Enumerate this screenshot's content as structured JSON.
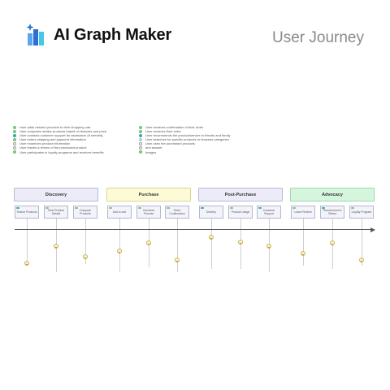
{
  "app": {
    "name": "AI Graph Maker",
    "logo_icon": "bar-chart-sparkle-icon"
  },
  "page": {
    "title": "User Journey"
  },
  "legend": {
    "left": [
      {
        "text": "User adds desired products to their shopping cart",
        "color": "#7cc47a"
      },
      {
        "text": "User compares similar products based on features and price",
        "color": "#7cc47a"
      },
      {
        "text": "User contacts customer support for assistance (if needed)",
        "color": "#3aa7b8"
      },
      {
        "text": "User enters shipping and payment information",
        "color": "#7cc47a"
      },
      {
        "text": "User examines product information",
        "color": "#ffffff"
      },
      {
        "text": "User leaves a review of the purchased product",
        "color": "#ffffff"
      },
      {
        "text": "User participates in loyalty programs and receives benefits",
        "color": "#7cc47a"
      }
    ],
    "right": [
      {
        "text": "User receives confirmation of their order",
        "color": "#7cc47a"
      },
      {
        "text": "User receives their order",
        "color": "#7cc47a"
      },
      {
        "text": "User recommends the product/service to friends and family",
        "color": "#3aa7b8"
      },
      {
        "text": "User searches for specific products or browses categories",
        "color": "#a9cce3"
      },
      {
        "text": "User uses the purchased products",
        "color": "#ffffff"
      },
      {
        "text": "and answer",
        "color": "#ffffff"
      },
      {
        "text": "Images",
        "color": "#7cc47a"
      }
    ]
  },
  "phases": [
    {
      "label": "Discovery",
      "bg": "#ececf9",
      "border": "#b9b9dc"
    },
    {
      "label": "Purchase",
      "bg": "#fcfbd6",
      "border": "#d9d59a"
    },
    {
      "label": "Post-Purchase",
      "bg": "#ececf9",
      "border": "#b9b9dc"
    },
    {
      "label": "Advocacy",
      "bg": "#d6f5dd",
      "border": "#9fd9ad"
    }
  ],
  "steps": [
    {
      "label": "Search Products",
      "tag": "#3aa7b8"
    },
    {
      "label": "View Product Details",
      "tag": "#7cc47a"
    },
    {
      "label": "Compare Products",
      "tag": "#7cc47a"
    },
    {
      "label": "Add to cart",
      "tag": "#7cc47a"
    },
    {
      "label": "Checkout Process",
      "tag": "#7cc47a"
    },
    {
      "label": "Order Confirmation",
      "tag": "#7cc47a"
    },
    {
      "label": "Delivery",
      "tag": "#3aa7b8"
    },
    {
      "label": "Product Usage",
      "tag": "#7cc47a"
    },
    {
      "label": "Customer Support",
      "tag": "#3aa7b8"
    },
    {
      "label": "Leave Review",
      "tag": "#7cc47a"
    },
    {
      "label": "Recommend to Others",
      "tag": "#3aa7b8"
    },
    {
      "label": "Loyalty Program",
      "tag": "#7cc47a"
    }
  ]
}
